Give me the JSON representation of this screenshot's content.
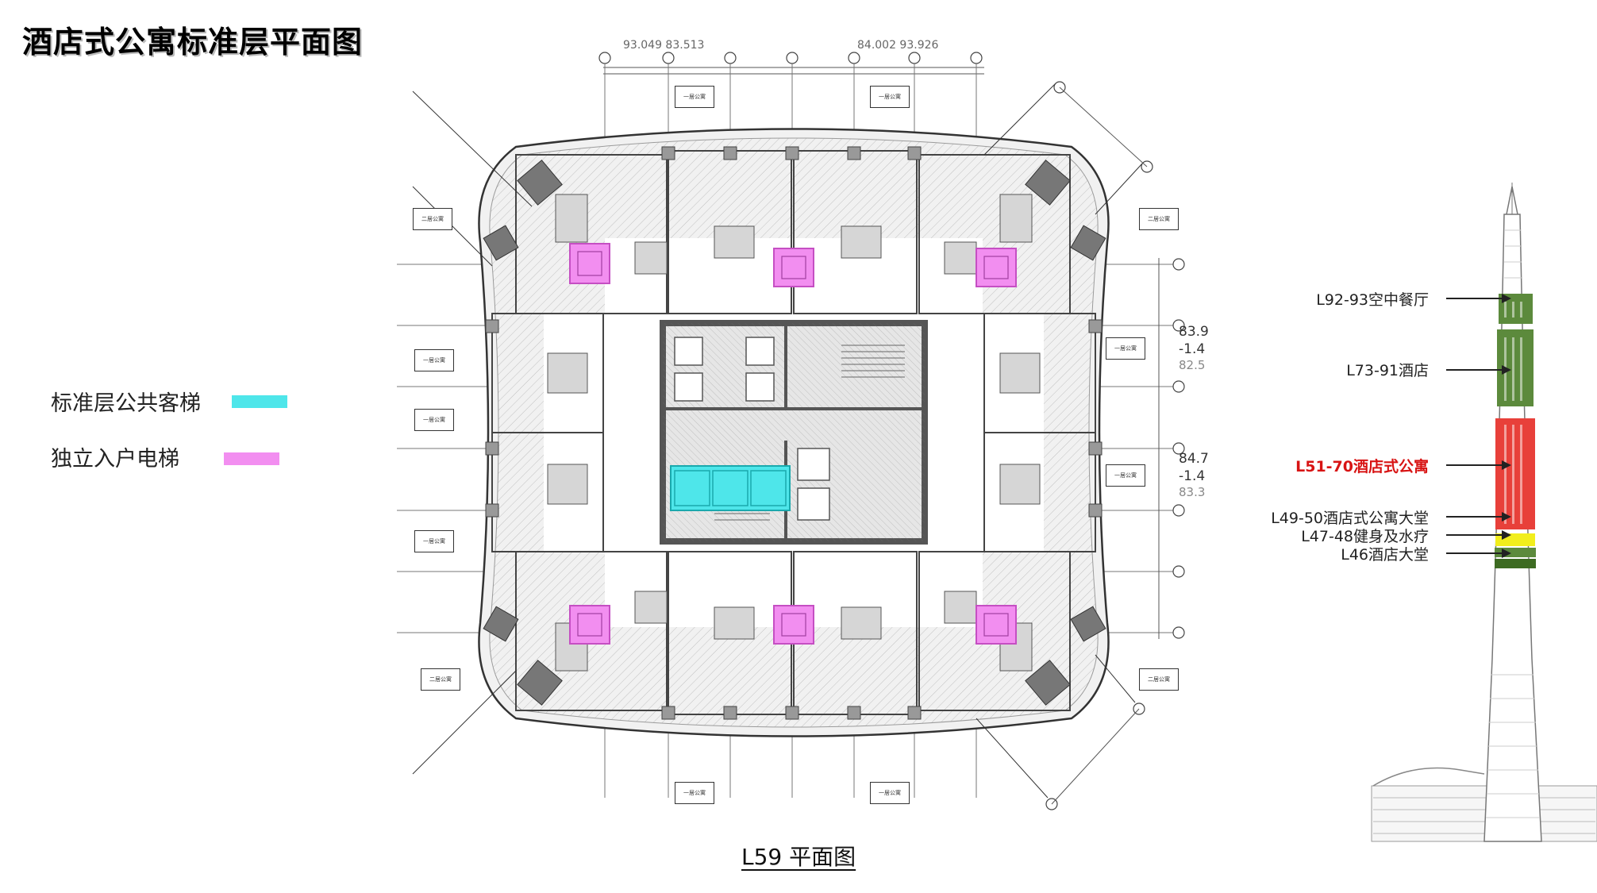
{
  "title": "酒店式公寓标准层平面图",
  "legend": [
    {
      "label": "标准层公共客梯",
      "color": "#4ee6ea"
    },
    {
      "label": "独立入户电梯",
      "color": "#f28ef0"
    }
  ],
  "caption": "L59 平面图",
  "plan_dims": {
    "top_left": "93.049  83.513",
    "top_right": "84.002  93.926",
    "right_1": "83.9",
    "right_1b": "-1.4",
    "right_1c": "82.5",
    "right_2": "84.7",
    "right_2b": "-1.4",
    "right_2c": "83.3"
  },
  "room_tag": "一居公寓",
  "room_tag_2": "二居公寓",
  "floor_labels": [
    {
      "text": "L92-93空中餐厅",
      "highlight": false
    },
    {
      "text": "L73-91酒店",
      "highlight": false
    },
    {
      "text": "L51-70酒店式公寓",
      "highlight": true
    },
    {
      "text": "L49-50酒店式公寓大堂",
      "highlight": false
    },
    {
      "text": "L47-48健身及水疗",
      "highlight": false
    },
    {
      "text": "L46酒店大堂",
      "highlight": false
    }
  ],
  "colors": {
    "public_elevator": "#4ee6ea",
    "private_elevator": "#f28ef0",
    "hotel": "#5c8a3c",
    "apartment": "#e8403a",
    "lobby": "#f2ee1c",
    "spa": "#4f7f2a",
    "highlight_text": "#d81414"
  }
}
